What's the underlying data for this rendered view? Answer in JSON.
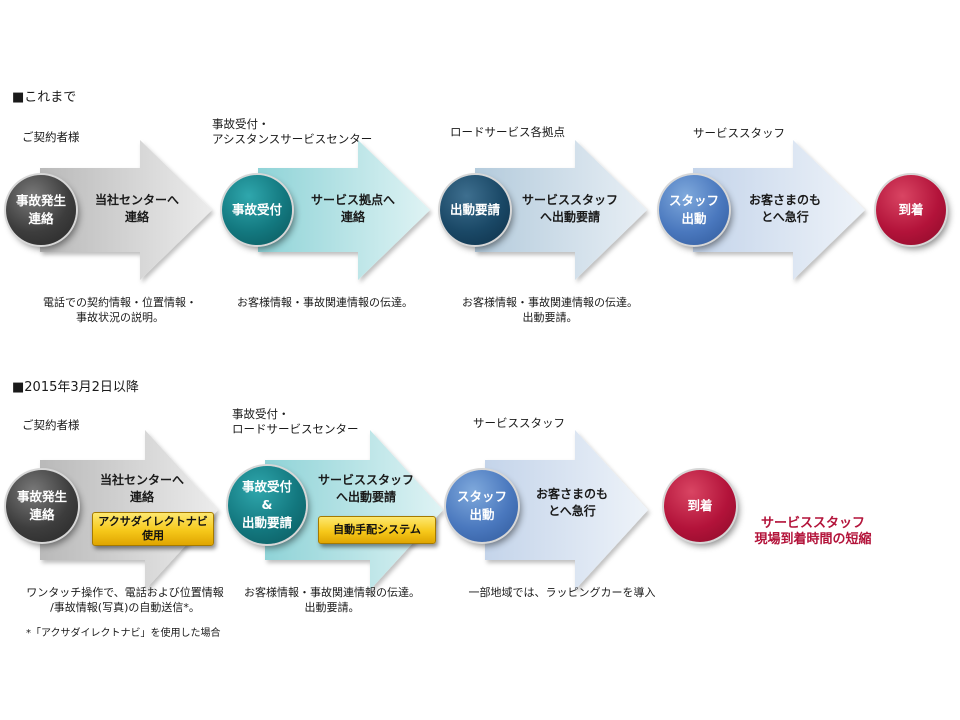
{
  "sections": [
    {
      "title": "■これまで",
      "steps": [
        {
          "role": "ご契約者様",
          "circle": "事故発生\n連絡",
          "action": "当社センターへ\n連絡",
          "description": "電話での契約情報・位置情報・\n事故状況の説明。"
        },
        {
          "role": "事故受付・\nアシスタンスサービスセンター",
          "circle": "事故受付",
          "action": "サービス拠点へ\n連絡",
          "description": "お客様情報・事故関連情報の伝達。"
        },
        {
          "role": "ロードサービス各拠点",
          "circle": "出動要請",
          "action": "サービススタッフ\nへ出動要請",
          "description": "お客様情報・事故関連情報の伝達。\n出動要請。"
        },
        {
          "role": "サービススタッフ",
          "circle": "スタッフ\n出動",
          "action": "お客さまのも\nとへ急行",
          "description": ""
        }
      ],
      "end": "到着"
    },
    {
      "title": "■2015年3月2日以降",
      "steps": [
        {
          "role": "ご契約者様",
          "circle": "事故発生\n連絡",
          "action": "当社センターへ\n連絡",
          "badge": "アクサダイレクトナビ\n使用",
          "description": "ワンタッチ操作で、電話および位置情報\n/事故情報(写真)の自動送信*。"
        },
        {
          "role": "事故受付・\nロードサービスセンター",
          "circle": "事故受付\n&\n出動要請",
          "action": "サービススタッフ\nへ出動要請",
          "badge": "自動手配システム",
          "description": "お客様情報・事故関連情報の伝達。\n出動要請。"
        },
        {
          "role": "サービススタッフ",
          "circle": "スタッフ\n出動",
          "action": "お客さまのも\nとへ急行",
          "description": "一部地域では、ラッピングカーを導入"
        }
      ],
      "end": "到着",
      "highlight": "サービススタッフ\n現場到着時間の短縮",
      "footnote": "*「アクサダイレクトナビ」を使用した場合"
    }
  ],
  "colors": {
    "arrow_gray": "#c9c9c9",
    "arrow_teal": "#a9dde0",
    "arrow_steel": "#cfdde8",
    "arrow_blue": "#d9e3f1",
    "accent_red": "#b3133a"
  }
}
